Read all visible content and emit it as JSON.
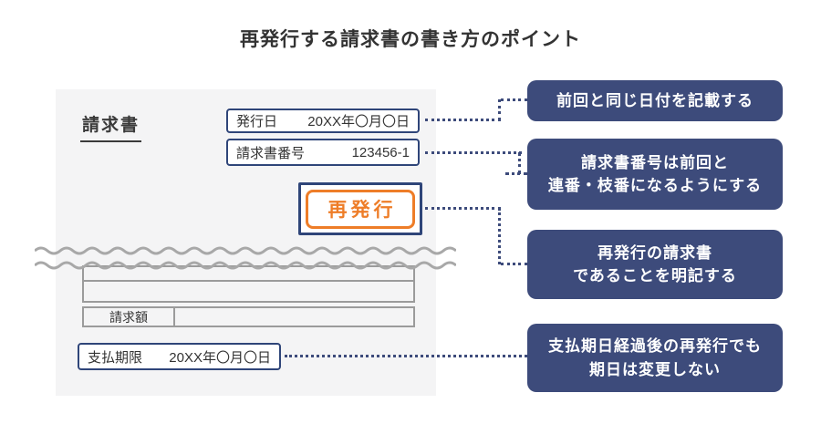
{
  "title": "再発行する請求書の書き方のポイント",
  "invoice": {
    "heading": "請求書",
    "fields": {
      "issue_date": {
        "label": "発行日",
        "value": "20XX年〇月〇日"
      },
      "invoice_number": {
        "label": "請求書番号",
        "value": "123456-1"
      },
      "payment_due": {
        "label": "支払期限",
        "value": "20XX年〇月〇日"
      }
    },
    "stamp": "再発行",
    "table": {
      "amount_label": "請求額"
    }
  },
  "annotations": [
    {
      "lines": [
        "前回と同じ日付を記載する"
      ]
    },
    {
      "lines": [
        "請求書番号は前回と",
        "連番・枝番になるようにする"
      ]
    },
    {
      "lines": [
        "再発行の請求書",
        "であることを明記する"
      ]
    },
    {
      "lines": [
        "支払期日経過後の再発行でも",
        "期日は変更しない"
      ]
    }
  ],
  "colors": {
    "navy_fill": "#3d4b7b",
    "navy_border": "#2f4579",
    "orange": "#ee7d28",
    "panel_bg": "#f4f4f5",
    "table_border": "#9b9b9b",
    "wave_gray": "#a8a8a8",
    "text": "#333333"
  }
}
